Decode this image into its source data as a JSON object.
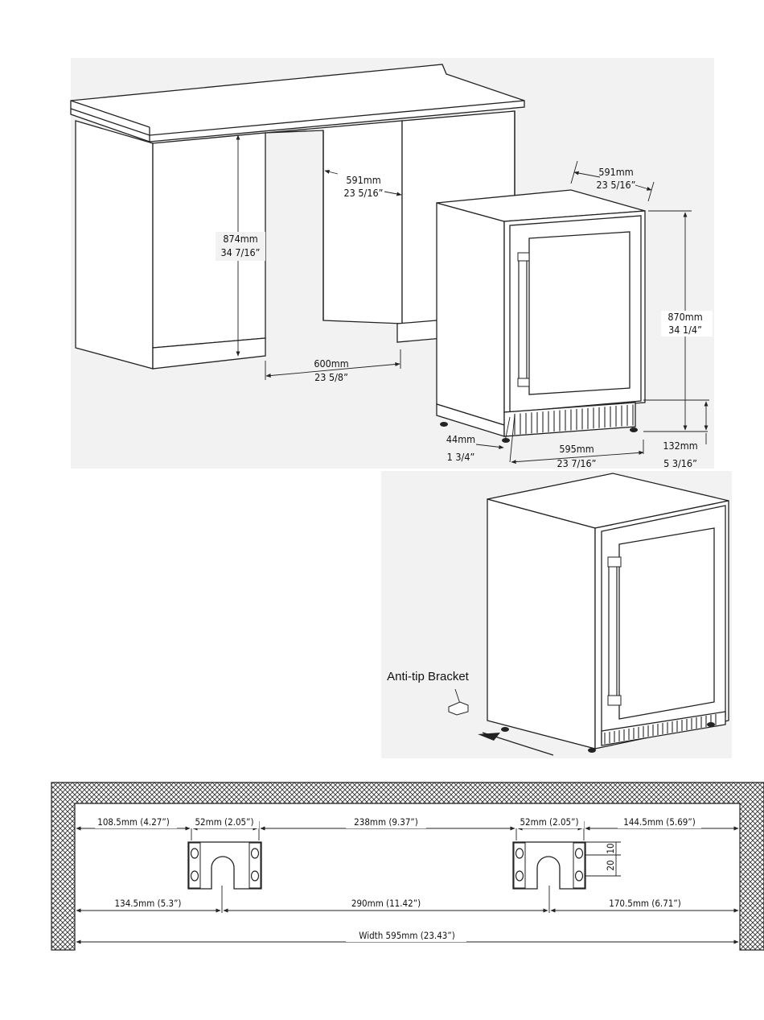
{
  "cabinet_view": {
    "height_mm": "874mm",
    "height_in": "34  7/16”",
    "depth_mm": "591mm",
    "depth_in": "23  5/16”",
    "opening_mm": "600mm",
    "opening_in": "23  5/8”"
  },
  "appliance_view": {
    "depth_mm": "591mm",
    "depth_in": "23  5/16”",
    "height_mm": "870mm",
    "height_in": "34  1/4”",
    "door_mm": "44mm",
    "door_in": "1  3/4”",
    "width_mm": "595mm",
    "width_in": "23  7/16”",
    "kick_mm": "132mm",
    "kick_in": "5  3/16”"
  },
  "bracket_view": {
    "label": "Anti-tip Bracket"
  },
  "floor_plan": {
    "d_left_top": "108.5mm  (4.27”)",
    "d_b1_width": "52mm  (2.05”)",
    "d_between": "238mm  (9.37”)",
    "d_b2_width": "52mm  (2.05”)",
    "d_right_top": "144.5mm  (5.69”)",
    "d_left_center": "134.5mm  (5.3”)",
    "d_center": "290mm  (11.42”)",
    "d_right_center": "170.5mm  (6.71”)",
    "d_total": "Width  595mm  (23.43”)",
    "d_v10": "10",
    "d_v20": "20"
  }
}
